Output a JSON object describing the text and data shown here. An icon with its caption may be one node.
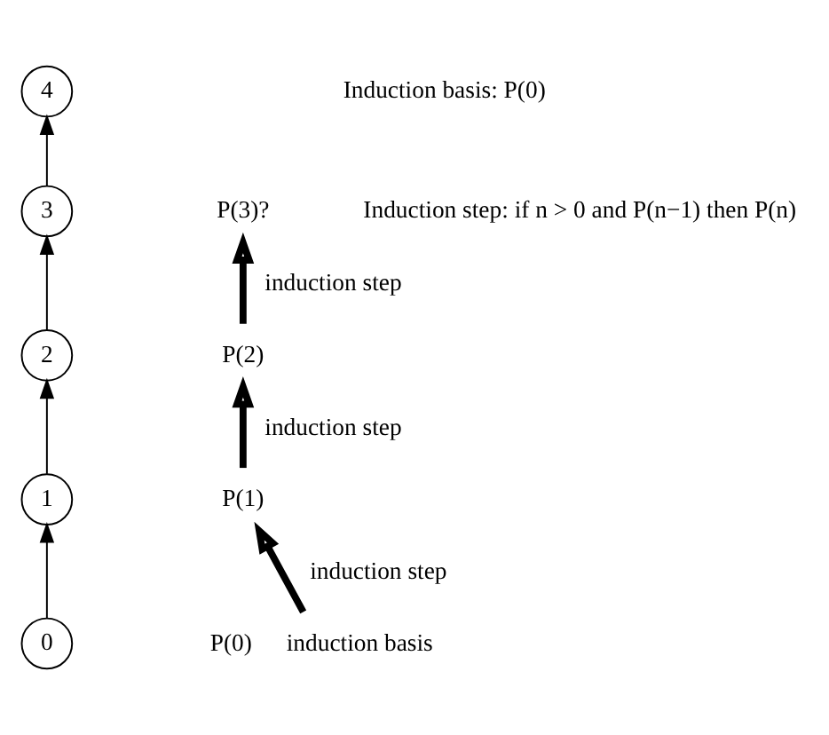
{
  "diagram": {
    "nodes": [
      {
        "text": [
          "4"
        ]
      },
      {
        "text": [
          "3"
        ]
      },
      {
        "text": [
          "P(3)?"
        ]
      },
      {
        "text": [
          "2"
        ]
      },
      {
        "text": [
          "P(2)"
        ]
      },
      {
        "text": [
          "1"
        ]
      },
      {
        "text": [
          "P(1)"
        ]
      },
      {
        "text": [
          "0"
        ]
      },
      {
        "text": [
          "P(0)"
        ],
        "beside": [
          "induction basis"
        ]
      }
    ],
    "edges": [
      {
        "from": 7,
        "to": 5,
        "arrow": "to"
      },
      {
        "from": 5,
        "to": 3,
        "arrow": "to"
      },
      {
        "from": 3,
        "to": 1,
        "arrow": "to"
      },
      {
        "from": 1,
        "to": 0,
        "arrow": "to"
      },
      {
        "from": 8,
        "to": 6,
        "arrow": "to",
        "label": "induction step",
        "style": "thick"
      },
      {
        "from": 6,
        "to": 4,
        "arrow": "to",
        "label": "induction step",
        "style": "thick"
      },
      {
        "from": 4,
        "to": 2,
        "arrow": "to",
        "label": "induction step",
        "style": "thick"
      }
    ],
    "labels": [
      "Induction basis: P(0)",
      "Induction step: if n > 0 and P(n−1) then P(n)"
    ]
  }
}
